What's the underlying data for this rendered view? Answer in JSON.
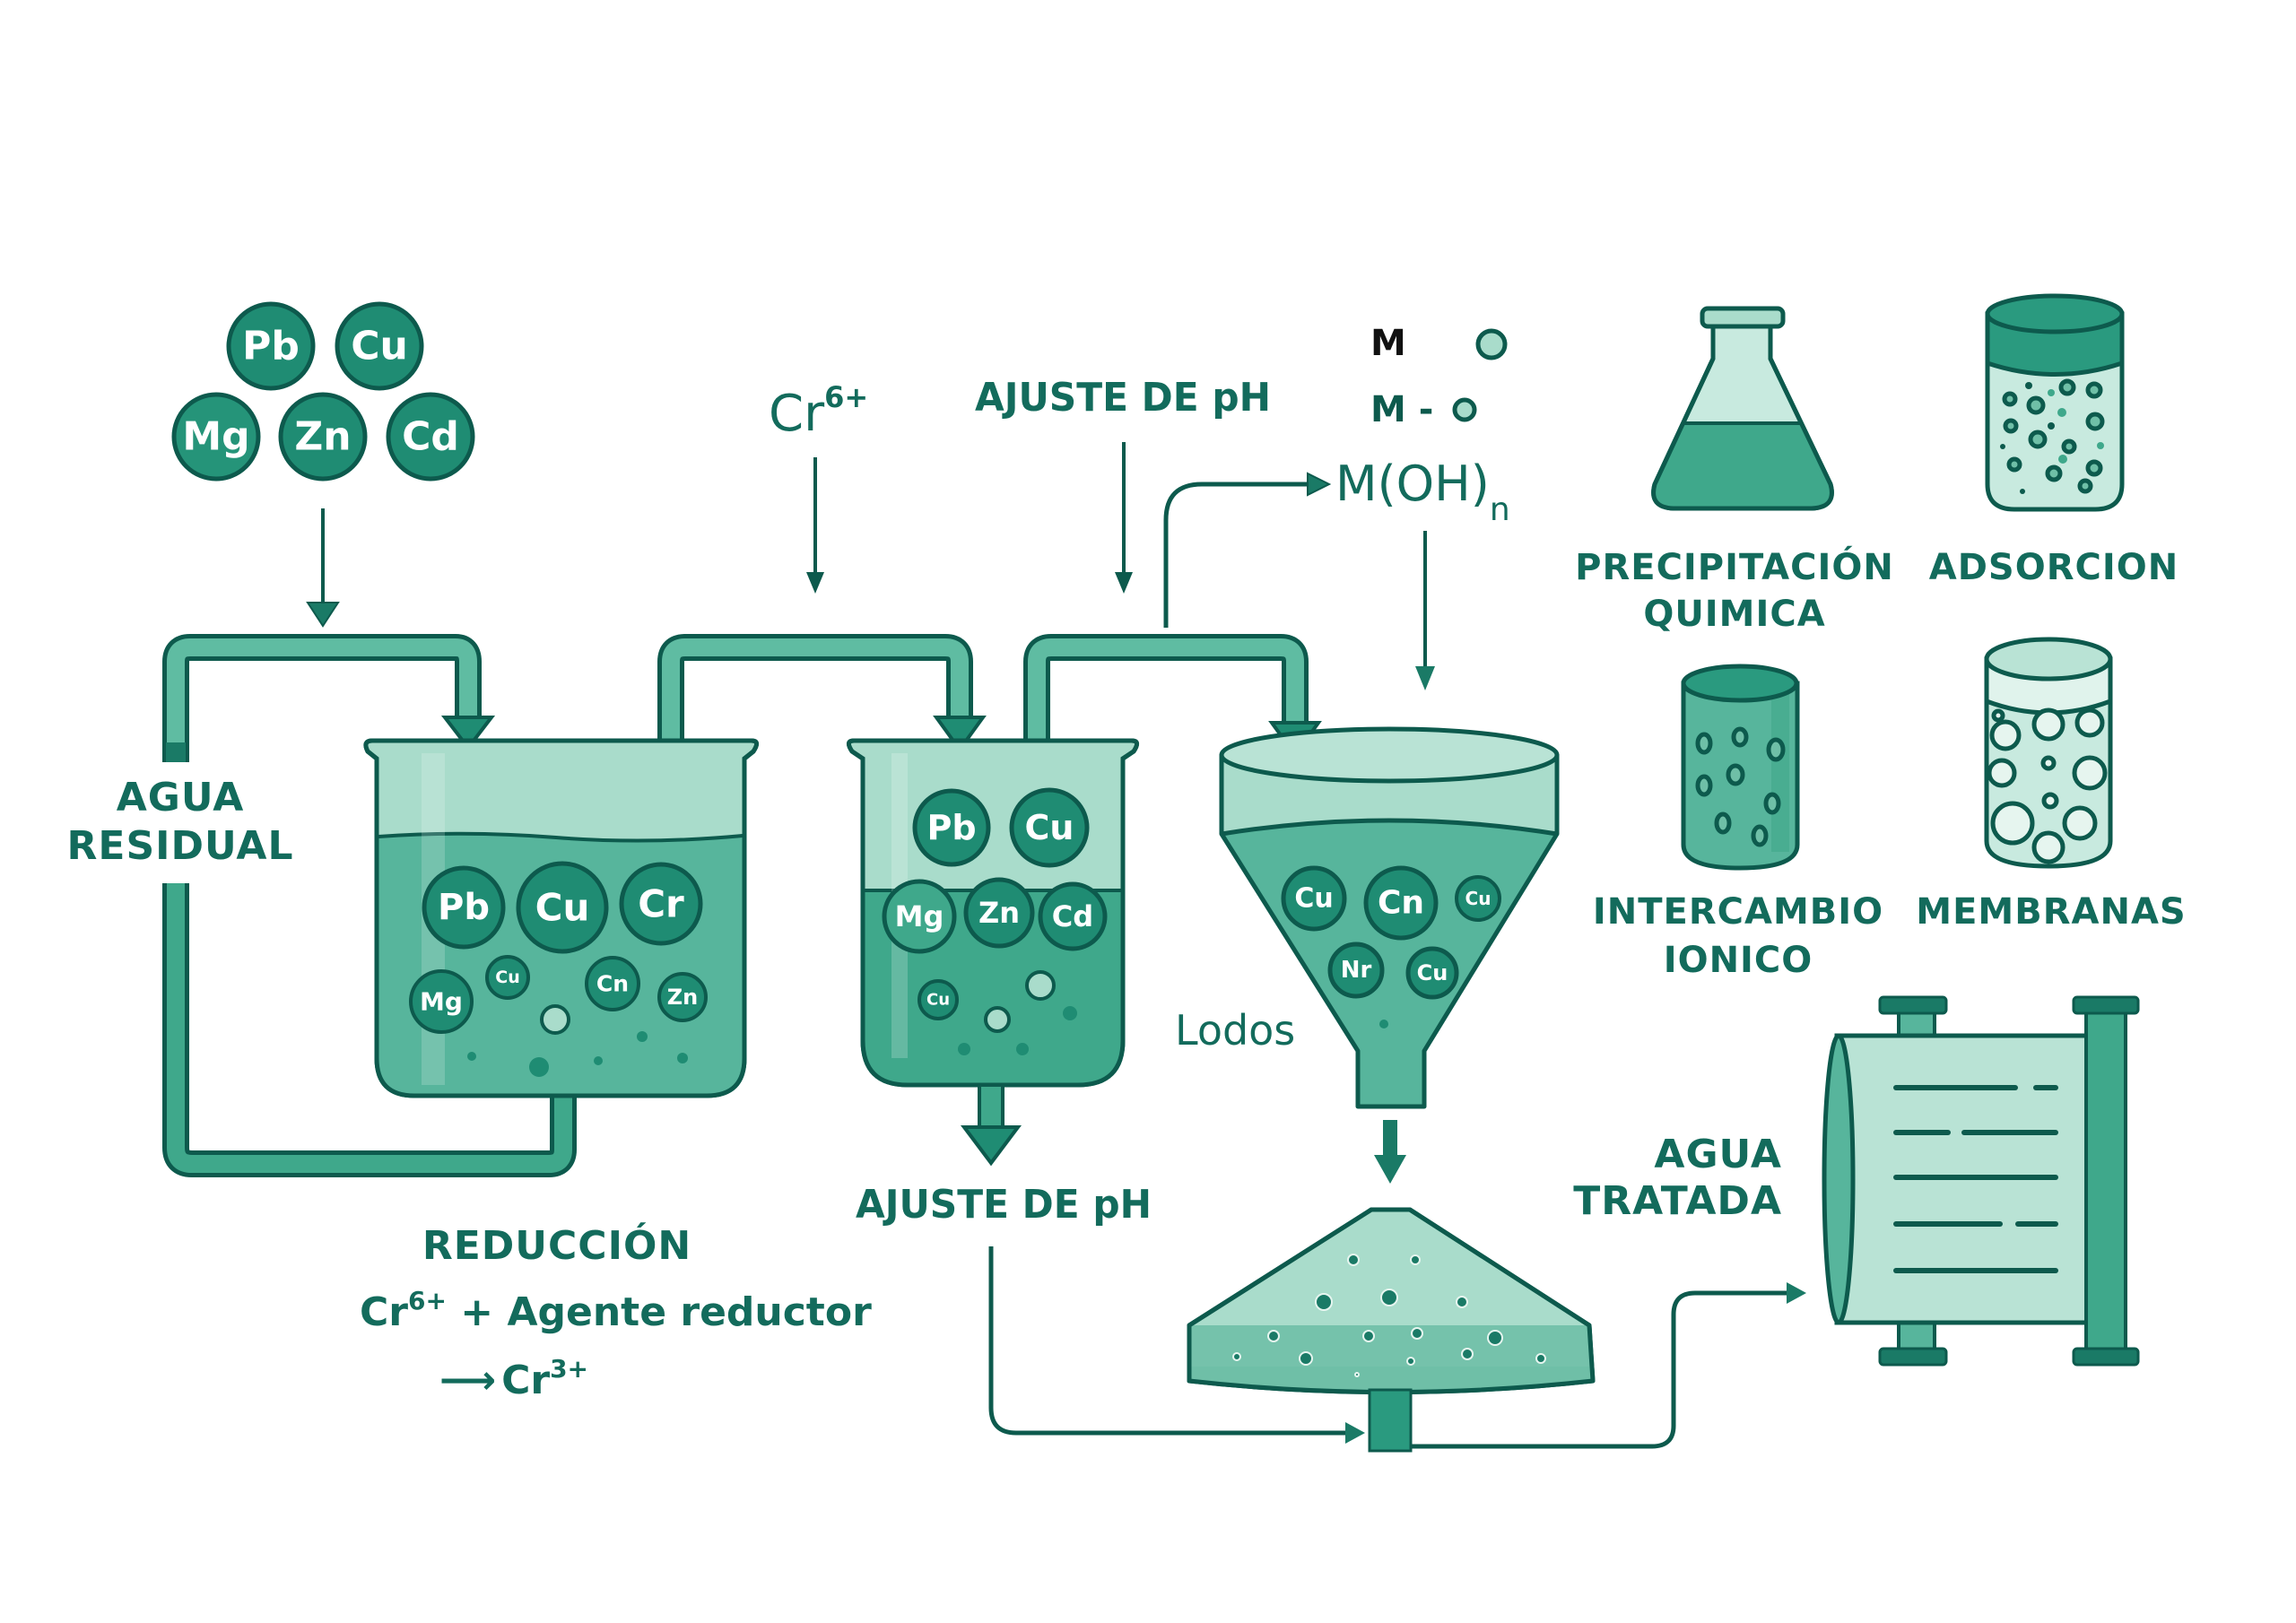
{
  "colors": {
    "outline": "#0d5a4d",
    "ion_fill": "#1f8c73",
    "liquid": "#57b59c",
    "glass": "#a9dccb",
    "text": "#136b5c",
    "background": "#ffffff"
  },
  "input_ions": [
    "Pb",
    "Cu",
    "Mg",
    "Zn",
    "Cd"
  ],
  "labels": {
    "agua_residual": [
      "AGUA",
      "RESIDUAL"
    ],
    "cr_input": {
      "base": "Cr",
      "sup": "6+"
    },
    "ajuste_top": "AJUSTE DE pH",
    "ajuste_bottom": "AJUSTE DE pH",
    "legend_m": "M",
    "legend_m_minus": "M -",
    "hydroxide": {
      "base": "M(OH)",
      "sub": "n"
    },
    "lodos": "Lodos",
    "agua_tratada": [
      "AGUA",
      "TRATADA"
    ],
    "reduccion": {
      "title": "REDUCCIÓN",
      "line1_base": "Cr",
      "line1_sup": "6+",
      "line1_rest": " + Agente reductor",
      "line2_arrow": "⟶",
      "line2_base": "Cr",
      "line2_sup": "3+"
    }
  },
  "tank1_ions": {
    "large": [
      "Pb",
      "Cu",
      "Cr"
    ],
    "small": [
      "Mg",
      "Cu",
      "Cn",
      "Zn"
    ]
  },
  "tank2_ions": {
    "top": [
      "Pb",
      "Cu"
    ],
    "middle": [
      "Mg",
      "Zn",
      "Cd"
    ],
    "bottom": [
      "Cu"
    ]
  },
  "funnel_ions": [
    "Cu",
    "Cn",
    "Cu",
    "Nr",
    "Cu"
  ],
  "methods": [
    {
      "name": [
        "PRECIPITACIÓN",
        "QUIMICA"
      ],
      "icon": "erlenmeyer-flask-icon"
    },
    {
      "name": [
        "ADSORCION"
      ],
      "icon": "adsorption-column-icon"
    },
    {
      "name": [
        "INTERCAMBIO",
        "IONICO"
      ],
      "icon": "ion-exchange-column-icon"
    },
    {
      "name": [
        "MEMBRANAS"
      ],
      "icon": "membrane-column-icon"
    }
  ]
}
